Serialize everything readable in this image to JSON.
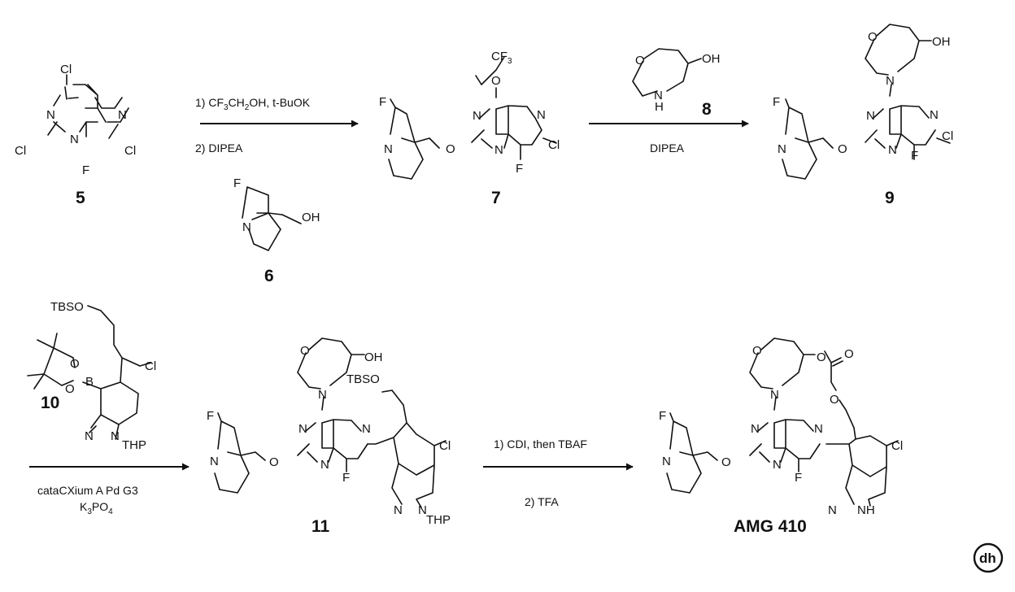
{
  "compounds": {
    "c5": {
      "label": "5",
      "atoms": {
        "cl4": "Cl",
        "n3": "N",
        "cl2": "Cl",
        "n1": "N",
        "f8": "F",
        "n6": "N",
        "cl7": "Cl"
      }
    },
    "c6": {
      "label": "6",
      "atoms": {
        "f": "F",
        "n": "N",
        "oh": "OH"
      }
    },
    "c7": {
      "label": "7",
      "atoms": {
        "cf3": "CF",
        "cf3_sub": "3",
        "o4": "O",
        "n3": "N",
        "n1": "N",
        "n6": "N",
        "cl7": "Cl",
        "f8": "F",
        "o_link": "O",
        "f_pyr": "F",
        "n_pyr": "N"
      }
    },
    "c8": {
      "label": "8",
      "atoms": {
        "o": "O",
        "oh": "OH",
        "n": "N",
        "h": "H"
      }
    },
    "c9": {
      "label": "9",
      "atoms": {
        "o_ring": "O",
        "oh": "OH",
        "n_am": "N",
        "n3": "N",
        "n1": "N",
        "n6": "N",
        "cl7": "Cl",
        "f8": "F",
        "o_link": "O",
        "f_pyr": "F",
        "n_pyr": "N"
      }
    },
    "c10": {
      "label": "10",
      "atoms": {
        "tbso": "TBSO",
        "o_a": "O",
        "o_b": "O",
        "b": "B",
        "cl": "Cl",
        "n_ind": "N",
        "n_thp": "N",
        "thp": "THP"
      }
    },
    "c11": {
      "label": "11",
      "atoms": {
        "o_ring": "O",
        "oh": "OH",
        "tbso": "TBSO",
        "n_am": "N",
        "n3": "N",
        "n1": "N",
        "n6": "N",
        "f8": "F",
        "o_link": "O",
        "f_pyr": "F",
        "n_pyr": "N",
        "cl": "Cl",
        "n_ind": "N",
        "n_thp": "N",
        "thp": "THP"
      }
    },
    "amg": {
      "label": "AMG 410",
      "atoms": {
        "o_ring": "O",
        "o_carb": "O",
        "o_dbl": "O",
        "o_chain": "O",
        "n_am": "N",
        "n3": "N",
        "n1": "N",
        "n6": "N",
        "f8": "F",
        "o_link": "O",
        "f_pyr": "F",
        "n_pyr": "N",
        "cl": "Cl",
        "n_ind": "N",
        "nh": "NH"
      }
    }
  },
  "reactions": {
    "r1": {
      "step1_a": "1) CF",
      "step1_sub1": "3",
      "step1_b": "CH",
      "step1_sub2": "2",
      "step1_c": "OH, t-BuOK",
      "step2": "2) DIPEA"
    },
    "r2": {
      "reagent": "DIPEA"
    },
    "r3": {
      "catalyst": "cataCXium A Pd G3",
      "base_a": "K",
      "base_sub1": "3",
      "base_b": "PO",
      "base_sub2": "4"
    },
    "r4": {
      "step1": "1) CDI, then TBAF",
      "step2": "2) TFA"
    }
  },
  "logo": {
    "text": "dh"
  }
}
